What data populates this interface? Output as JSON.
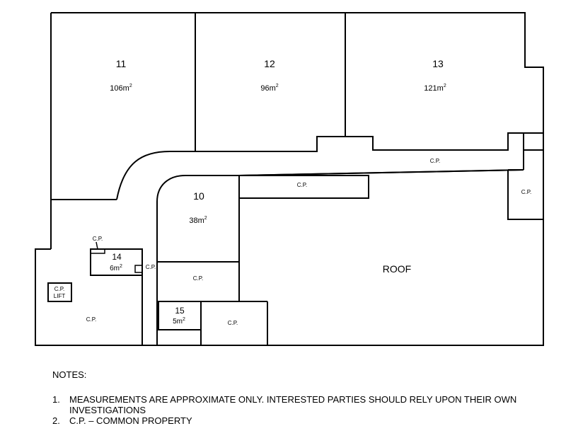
{
  "lots": [
    {
      "number": "11",
      "area": "106",
      "unit": "m",
      "sup": "2"
    },
    {
      "number": "12",
      "area": "96",
      "unit": "m",
      "sup": "2"
    },
    {
      "number": "13",
      "area": "121",
      "unit": "m",
      "sup": "2"
    },
    {
      "number": "10",
      "area": "38",
      "unit": "m",
      "sup": "2"
    },
    {
      "number": "14",
      "area": "6",
      "unit": "m",
      "sup": "2"
    },
    {
      "number": "15",
      "area": "5",
      "unit": "m",
      "sup": "2"
    }
  ],
  "common_property_label": "C.P.",
  "lift_label_1": "C.P.",
  "lift_label_2": "LIFT",
  "roof_label": "ROOF",
  "notes": {
    "heading": "NOTES:",
    "items": [
      {
        "num": "1.",
        "text": "MEASUREMENTS ARE APPROXIMATE ONLY. INTERESTED PARTIES SHOULD RELY UPON THEIR OWN INVESTIGATIONS"
      },
      {
        "num": "2.",
        "text": "C.P. – COMMON PROPERTY"
      }
    ]
  }
}
